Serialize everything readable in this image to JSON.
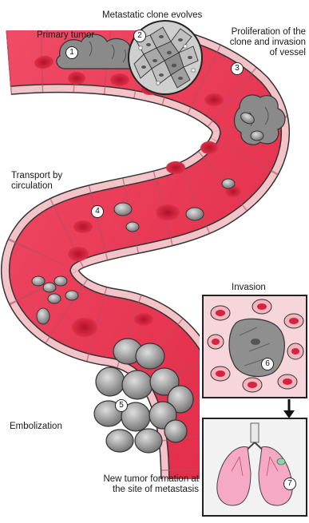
{
  "labels": {
    "primary_tumor": "Primary tumor",
    "metastatic_clone": "Metastatic clone evolves",
    "proliferation": [
      "Proliferation of the",
      "clone and invasion",
      "of vessel"
    ],
    "transport": [
      "Transport by",
      "circulation"
    ],
    "invasion": "Invasion",
    "embolization": "Embolization",
    "new_tumor": [
      "New tumor formation at",
      "the site of metastasis"
    ]
  },
  "steps": [
    "1",
    "2",
    "3",
    "4",
    "5",
    "6",
    "7"
  ],
  "colors": {
    "vessel_wall": "#f3c3c8",
    "vessel_lumen": "#ee3b57",
    "blood_cell": "#e0263f",
    "tumor_cell": "#8a8a8a",
    "outline": "#333333",
    "lung": "#f5a9c4"
  }
}
